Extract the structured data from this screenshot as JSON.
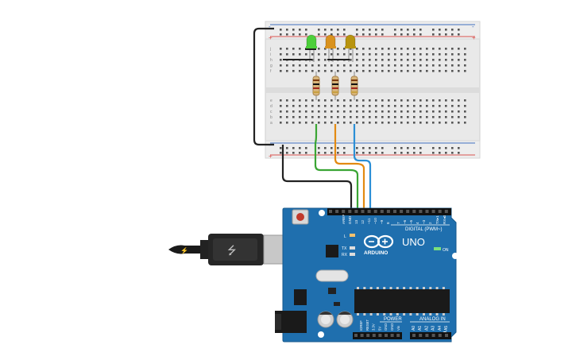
{
  "board": {
    "logo_text": "ARDUINO",
    "model": "UNO",
    "digital_label": "DIGITAL (PWM~)",
    "power_label": "POWER",
    "analog_label": "ANALOG IN",
    "on_label": "ON",
    "led_l": "L",
    "led_tx": "TX",
    "led_rx": "RX",
    "top_pins": [
      "AREF",
      "GND",
      "13",
      "12",
      "~11",
      "~10",
      "~9",
      "8",
      "7",
      "~6",
      "~5",
      "4",
      "~3",
      "2",
      "TX▸1",
      "RX◂0"
    ],
    "power_pins": [
      "IOREF",
      "RESET",
      "3.3V",
      "5V",
      "GND",
      "GND",
      "Vin"
    ],
    "analog_pins": [
      "A0",
      "A1",
      "A2",
      "A3",
      "A4",
      "A5"
    ]
  },
  "breadboard": {
    "row_letters_top": [
      "j",
      "i",
      "h",
      "g",
      "f"
    ],
    "row_letters_bottom": [
      "e",
      "d",
      "c",
      "b",
      "a"
    ],
    "plus": "+",
    "minus": "-"
  },
  "leds": [
    {
      "color_name": "green",
      "color": "#4ccf3a"
    },
    {
      "color_name": "orange",
      "color": "#d9921e"
    },
    {
      "color_name": "yellow",
      "color": "#b8940f"
    }
  ],
  "wires": [
    {
      "name": "gnd",
      "color": "#222222"
    },
    {
      "name": "green",
      "color": "#3aa534"
    },
    {
      "name": "orange",
      "color": "#e38a12"
    },
    {
      "name": "blue",
      "color": "#2b8fd6"
    }
  ],
  "colors": {
    "board_blue": "#1f6fae",
    "rail_red": "#d9534f",
    "rail_blue": "#3f6fc0"
  }
}
